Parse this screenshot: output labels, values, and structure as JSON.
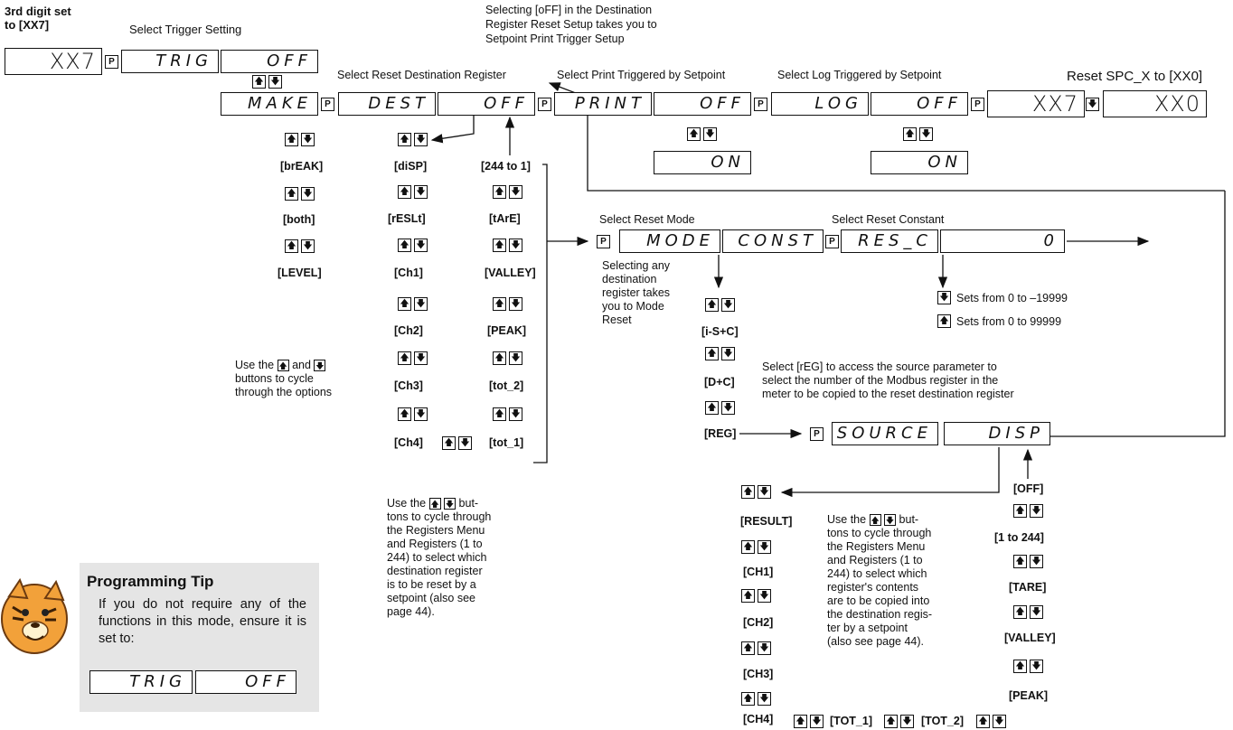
{
  "header": {
    "digit_label": "3rd digit set\nto [XX7]",
    "trigger_label": "Select Trigger Setting",
    "oFF_note": "Selecting [oFF] in the Destination\nRegister Reset Setup takes you to\nSetpoint Print Trigger Setup",
    "dest_label": "Select Reset Destination Register",
    "print_label": "Select Print Triggered by Setpoint",
    "log_label": "Select Log Triggered by Setpoint",
    "reset_label": "Reset SPC_X to [XX0]"
  },
  "displays": {
    "xx7_top": "XX7",
    "trig_top": "TRIG",
    "off_top": "OFF",
    "make": "MAKE",
    "dest": "DEST",
    "dest_off": "OFF",
    "print": "PRINT",
    "print_off": "OFF",
    "print_on": "ON",
    "log": "LOG",
    "log_off": "OFF",
    "log_on": "ON",
    "xx7_right": "XX7",
    "xx0": "XX0",
    "mode": "MODE",
    "const": "CONST",
    "res_c": "RES_C",
    "zero": "0",
    "source": "SOURCE",
    "disp": "DISP",
    "tip_trig": "TRIG",
    "tip_off": "OFF"
  },
  "p_key": "P",
  "icons": {
    "up": "up-arrow-icon",
    "down": "down-arrow-icon",
    "up_glyph": "🡅",
    "down_glyph": "🡇"
  },
  "make_options": [
    "[brEAK]",
    "[both]",
    "[LEVEL]"
  ],
  "dest_options_left": [
    "[diSP]",
    "[rESLt]",
    "[Ch1]",
    "[Ch2]",
    "[Ch3]",
    "[Ch4]"
  ],
  "dest_options_right": [
    "[244 to 1]",
    "[tArE]",
    "[VALLEY]",
    "[PEAK]",
    "[tot_2]",
    "[tot_1]"
  ],
  "mode_section": {
    "mode_label": "Select Reset Mode",
    "const_label": "Select Reset Constant",
    "selecting_note": "Selecting any\ndestination\nregister takes\nyou to Mode\nReset",
    "mode_options": [
      "[i-S+C]",
      "[D+C]",
      "[REG]"
    ],
    "down_note": "Sets from 0 to –19999",
    "up_note": "Sets from 0 to 99999"
  },
  "source_section": {
    "note": "Select [rEG] to access the source parameter to\nselect the number of the Modbus register in the\nmeter to be copied to the reset destination register",
    "left_options": [
      "[RESULT]",
      "[CH1]",
      "[CH2]",
      "[CH3]",
      "[CH4]"
    ],
    "bottom_options": [
      "[TOT_1]",
      "[TOT_2]"
    ],
    "right_options": [
      "[OFF]",
      "[1 to 244]",
      "[TARE]",
      "[VALLEY]",
      "[PEAK]"
    ],
    "cycle_note": {
      "a": "Use the",
      "b": "but-",
      "rest": "tons to cycle through\nthe Registers Menu\nand Registers (1 to\n244) to select which\nregister's contents\nare to be copied into\nthe destination regis-\nter by a setpoint\n(also see page 44)."
    }
  },
  "left_note": {
    "a": "Use the",
    "b": "and",
    "rest": "buttons to cycle\nthrough the options"
  },
  "center_note": {
    "a": "Use the",
    "b": "but-",
    "rest": "tons to cycle through\nthe Registers Menu\nand Registers (1 to\n244) to select which\ndestination register\nis to be reset by a\nsetpoint (also see\npage 44)."
  },
  "tip": {
    "title": "Programming Tip",
    "text": "If you do not require any of the functions in this mode, ensure it is set to:"
  }
}
